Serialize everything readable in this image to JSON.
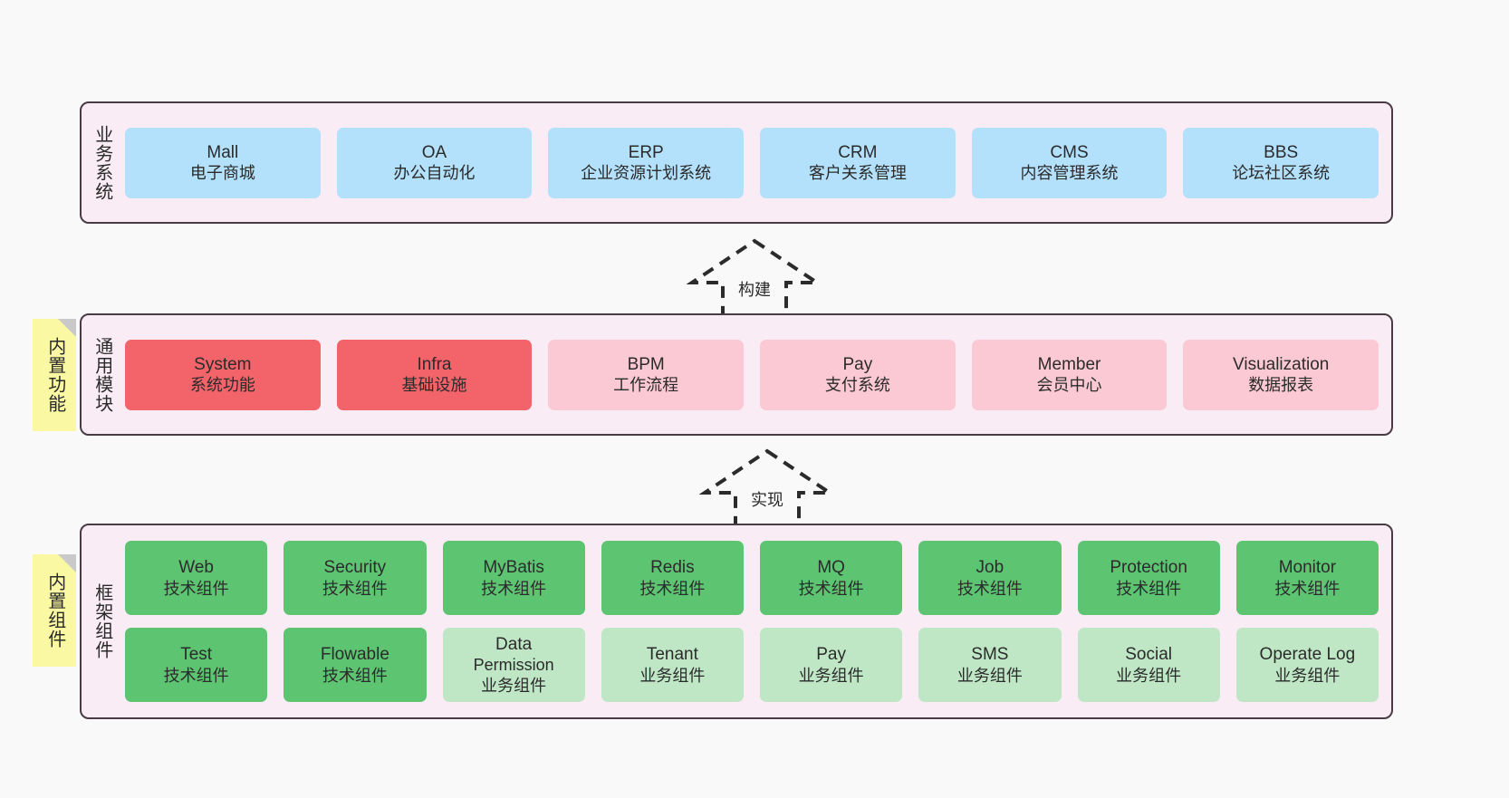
{
  "diagram": {
    "background": "#f9f9f9",
    "layers": [
      {
        "id": "business",
        "title": "业务系统",
        "rows": [
          {
            "cells": [
              {
                "t1": "Mall",
                "t2": "电子商城",
                "color": "#b3e0fb"
              },
              {
                "t1": "OA",
                "t2": "办公自动化",
                "color": "#b3e0fb"
              },
              {
                "t1": "ERP",
                "t2": "企业资源计划系统",
                "color": "#b3e0fb"
              },
              {
                "t1": "CRM",
                "t2": "客户关系管理",
                "color": "#b3e0fb"
              },
              {
                "t1": "CMS",
                "t2": "内容管理系统",
                "color": "#b3e0fb"
              },
              {
                "t1": "BBS",
                "t2": "论坛社区系统",
                "color": "#b3e0fb"
              }
            ]
          }
        ]
      },
      {
        "id": "modules",
        "title": "通用模块",
        "rows": [
          {
            "cells": [
              {
                "t1": "System",
                "t2": "系统功能",
                "color": "#f2646a"
              },
              {
                "t1": "Infra",
                "t2": "基础设施",
                "color": "#f2646a"
              },
              {
                "t1": "BPM",
                "t2": "工作流程",
                "color": "#fbc9d3"
              },
              {
                "t1": "Pay",
                "t2": "支付系统",
                "color": "#fbc9d3"
              },
              {
                "t1": "Member",
                "t2": "会员中心",
                "color": "#fbc9d3"
              },
              {
                "t1": "Visualization",
                "t2": "数据报表",
                "color": "#fbc9d3"
              }
            ]
          }
        ]
      },
      {
        "id": "framework",
        "title": "框架组件",
        "rows": [
          {
            "cells": [
              {
                "t1": "Web",
                "t2": "技术组件",
                "color": "#5dc472"
              },
              {
                "t1": "Security",
                "t2": "技术组件",
                "color": "#5dc472"
              },
              {
                "t1": "MyBatis",
                "t2": "技术组件",
                "color": "#5dc472"
              },
              {
                "t1": "Redis",
                "t2": "技术组件",
                "color": "#5dc472"
              },
              {
                "t1": "MQ",
                "t2": "技术组件",
                "color": "#5dc472"
              },
              {
                "t1": "Job",
                "t2": "技术组件",
                "color": "#5dc472"
              },
              {
                "t1": "Protection",
                "t2": "技术组件",
                "color": "#5dc472"
              },
              {
                "t1": "Monitor",
                "t2": "技术组件",
                "color": "#5dc472"
              }
            ]
          },
          {
            "cells": [
              {
                "t1": "Test",
                "t2": "技术组件",
                "color": "#5dc472"
              },
              {
                "t1": "Flowable",
                "t2": "技术组件",
                "color": "#5dc472"
              },
              {
                "t1": "Data",
                "t2": "Permission",
                "t3": "业务组件",
                "color": "#bfe7c6"
              },
              {
                "t1": "Tenant",
                "t2": "业务组件",
                "color": "#bfe7c6"
              },
              {
                "t1": "Pay",
                "t2": "业务组件",
                "color": "#bfe7c6"
              },
              {
                "t1": "SMS",
                "t2": "业务组件",
                "color": "#bfe7c6"
              },
              {
                "t1": "Social",
                "t2": "业务组件",
                "color": "#bfe7c6"
              },
              {
                "t1": "Operate Log",
                "t2": "业务组件",
                "color": "#bfe7c6"
              }
            ]
          }
        ]
      }
    ],
    "sticky_notes": [
      {
        "id": "functions",
        "label": "内置功能",
        "color": "#fbf8a4"
      },
      {
        "id": "components",
        "label": "内置组件",
        "color": "#fbf8a4"
      }
    ],
    "arrows": [
      {
        "id": "build",
        "label": "构建",
        "style": "dashed-block-arrow-up"
      },
      {
        "id": "implement",
        "label": "实现",
        "style": "dashed-block-arrow-up"
      }
    ]
  }
}
